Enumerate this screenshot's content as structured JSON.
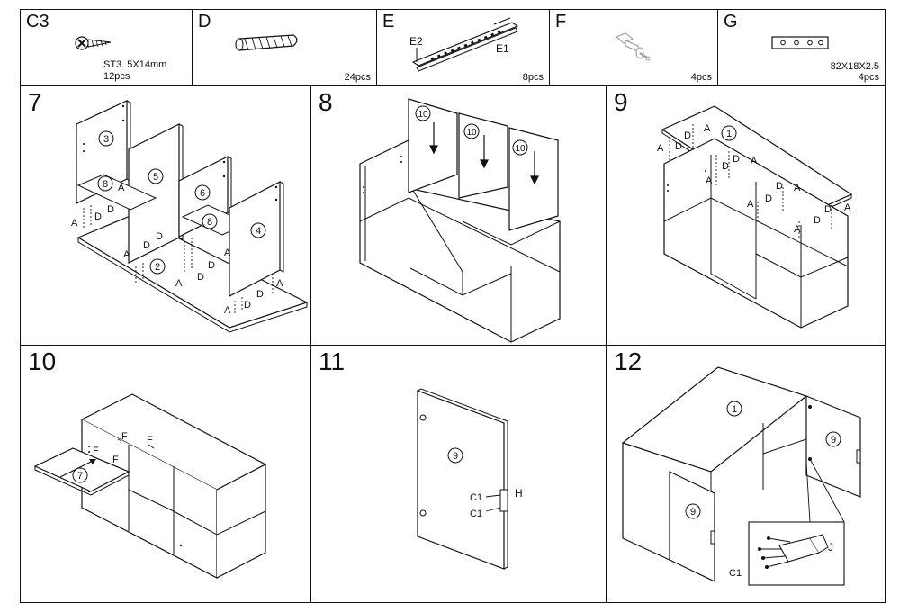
{
  "parts": [
    {
      "id": "C3",
      "spec": "ST3. 5X14mm",
      "qty": "12pcs"
    },
    {
      "id": "D",
      "qty": "24pcs"
    },
    {
      "id": "E",
      "qty": "8pcs",
      "sub1": "E2",
      "sub2": "E1"
    },
    {
      "id": "F",
      "qty": "4pcs"
    },
    {
      "id": "G",
      "spec": "82X18X2.5",
      "qty": "4pcs"
    }
  ],
  "steps": {
    "s7": {
      "number": "7",
      "labels": {
        "a": "A",
        "d": "D",
        "p2": "2",
        "p3": "3",
        "p4": "4",
        "p5": "5",
        "p6": "6",
        "p8": "8"
      }
    },
    "s8": {
      "number": "8",
      "labels": {
        "p10": "10"
      }
    },
    "s9": {
      "number": "9",
      "labels": {
        "a": "A",
        "d": "D",
        "p1": "1"
      }
    },
    "s10": {
      "number": "10",
      "labels": {
        "f": "F",
        "p7": "7"
      }
    },
    "s11": {
      "number": "11",
      "labels": {
        "p9": "9",
        "c1": "C1",
        "h": "H"
      }
    },
    "s12": {
      "number": "12",
      "labels": {
        "p1": "1",
        "p9": "9",
        "c1": "C1",
        "j": "J"
      }
    }
  }
}
